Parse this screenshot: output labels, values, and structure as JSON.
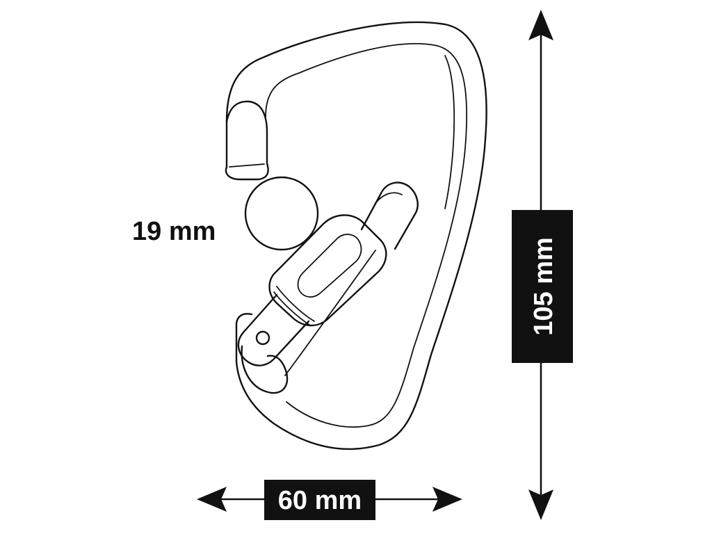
{
  "dimensions": {
    "gate_opening": "19 mm",
    "width": "60 mm",
    "length": "105 mm"
  },
  "colors": {
    "line": "#111111",
    "label_background": "#111111",
    "label_text": "#ffffff",
    "background": "#ffffff"
  }
}
